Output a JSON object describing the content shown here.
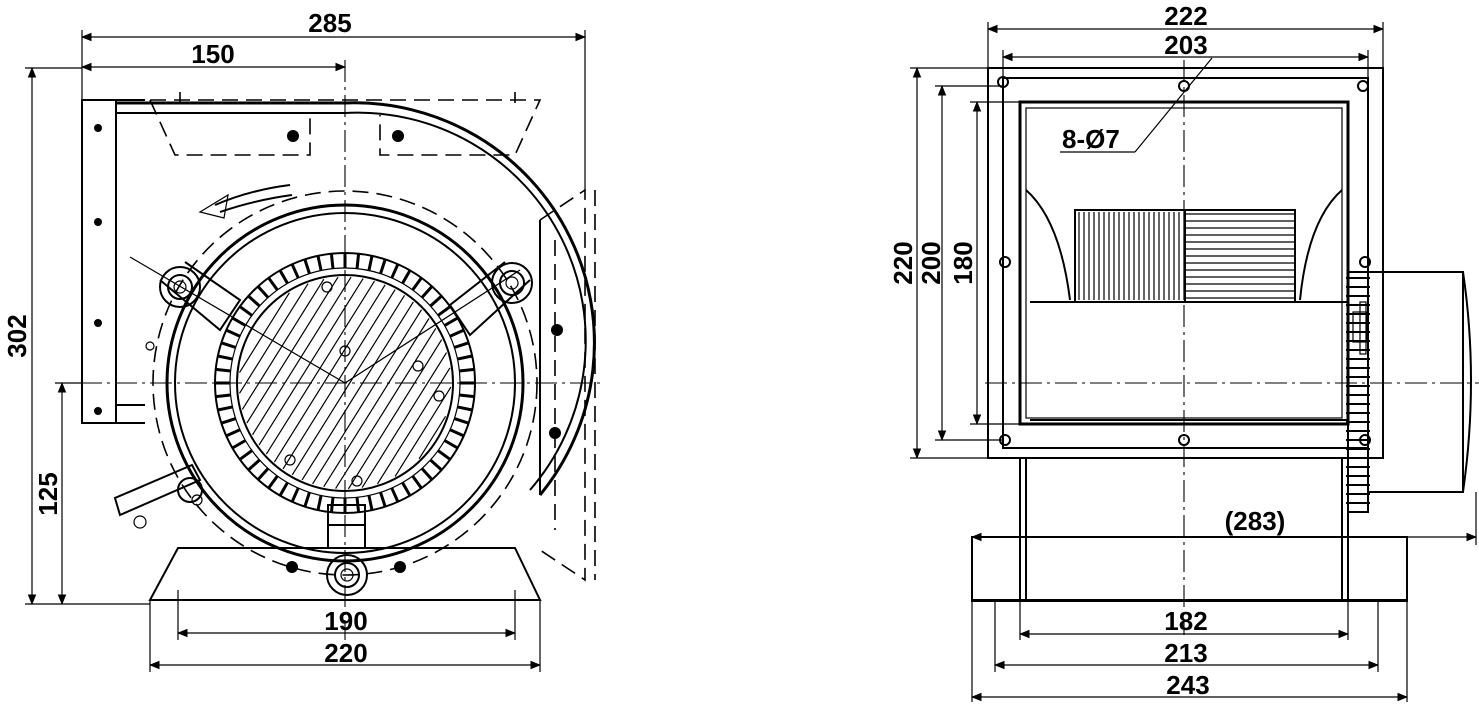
{
  "front_view": {
    "dim_overall_width": "285",
    "dim_half_width": "150",
    "dim_height": "302",
    "dim_axis_height": "125",
    "dim_base_inner": "190",
    "dim_base_outer": "220"
  },
  "side_view": {
    "dim_flange_width": "222",
    "dim_hole_pitch_width": "203",
    "hole_callout": "8-Ø7",
    "dim_flange_height": "220",
    "dim_hole_pitch_height": "200",
    "dim_opening_height": "180",
    "dim_total_length": "(283)",
    "dim_base_inner": "182",
    "dim_base_mid": "213",
    "dim_base_outer": "243"
  }
}
